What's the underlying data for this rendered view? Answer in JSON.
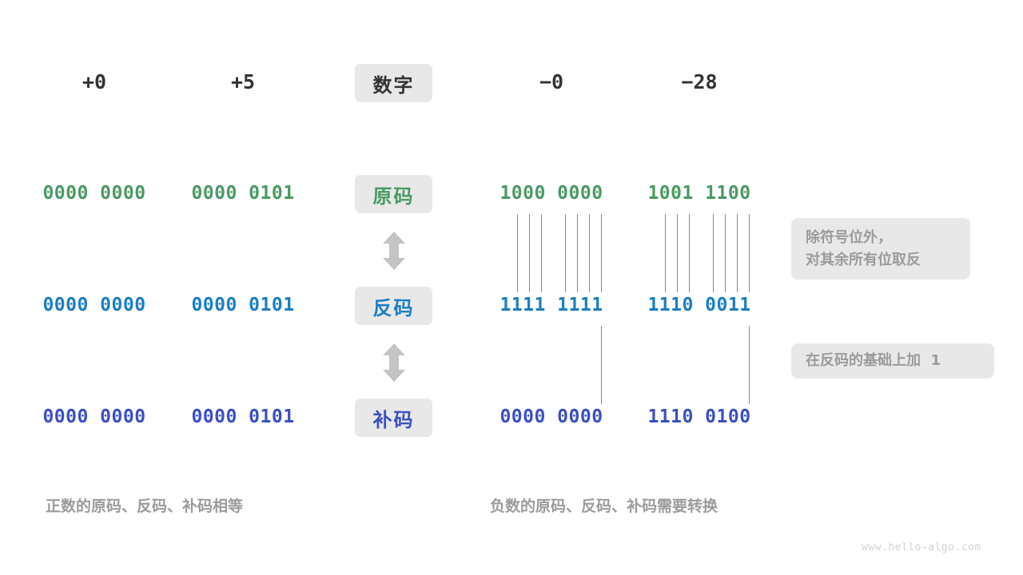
{
  "diagram": {
    "title_row": {
      "label": "数字",
      "columns": [
        {
          "name": "pos-zero",
          "value": "+0"
        },
        {
          "name": "pos-five",
          "value": "+5"
        },
        {
          "name": "neg-zero",
          "value": "−0"
        },
        {
          "name": "neg-28",
          "value": "−28"
        }
      ]
    },
    "rows": [
      {
        "key": "sign-magnitude",
        "label": "原码",
        "color": "#4a9a62",
        "values": {
          "pos_zero": "0000 0000",
          "pos_five": "0000 0101",
          "neg_zero": "1000 0000",
          "neg_28": "1001 1100"
        }
      },
      {
        "key": "ones-complement",
        "label": "反码",
        "color": "#1a7ec2",
        "values": {
          "pos_zero": "0000 0000",
          "pos_five": "0000 0101",
          "neg_zero": "1111 1111",
          "neg_28": "1110 0011"
        }
      },
      {
        "key": "twos-complement",
        "label": "补码",
        "color": "#3a4fc4",
        "values": {
          "pos_zero": "0000 0000",
          "pos_five": "0000 0101",
          "neg_zero": "0000 0000",
          "neg_28": "1110 0100"
        }
      }
    ],
    "notes": [
      {
        "key": "invert-note",
        "line1": "除符号位外，",
        "line2": "对其余所有位取反"
      },
      {
        "key": "plus-one-note",
        "line1": "在反码的基础上加  1",
        "line2": ""
      }
    ],
    "captions": {
      "positive": "正数的原码、反码、补码相等",
      "negative": "负数的原码、反码、补码需要转换"
    },
    "watermark": "www.hello-algo.com",
    "colors": {
      "badge_bg": "#e8e8e8",
      "note_bg": "#e8e8e8",
      "muted_text": "#9b9b9b",
      "dark_text": "#333333",
      "line": "#8a8a8a",
      "arrow": "#c4c4c4",
      "green": "#4a9a62",
      "blue": "#1a7ec2",
      "indigo": "#3a4fc4"
    }
  }
}
